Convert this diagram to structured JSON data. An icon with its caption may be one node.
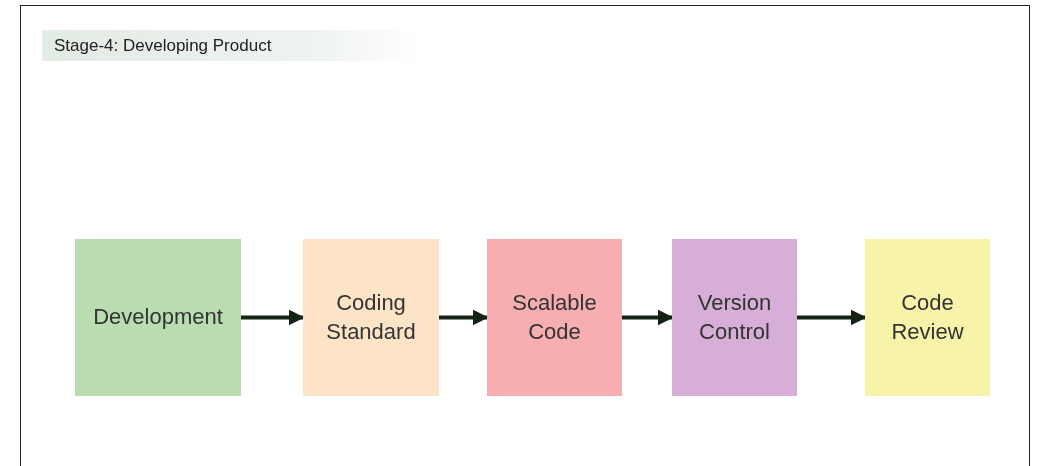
{
  "diagram": {
    "title": "Stage-4: Developing Product",
    "nodes": [
      {
        "text": [
          "Development"
        ]
      },
      {
        "text": [
          "Coding Standard"
        ]
      },
      {
        "text": [
          "Scalable Code"
        ]
      },
      {
        "text": [
          "Version Control"
        ]
      },
      {
        "text": [
          "Code Review"
        ]
      }
    ],
    "edges": [
      {
        "from": 0,
        "to": 1,
        "arrow": "to"
      },
      {
        "from": 1,
        "to": 2,
        "arrow": "to"
      },
      {
        "from": 2,
        "to": 3,
        "arrow": "to"
      },
      {
        "from": 3,
        "to": 4,
        "arrow": "to"
      }
    ]
  }
}
